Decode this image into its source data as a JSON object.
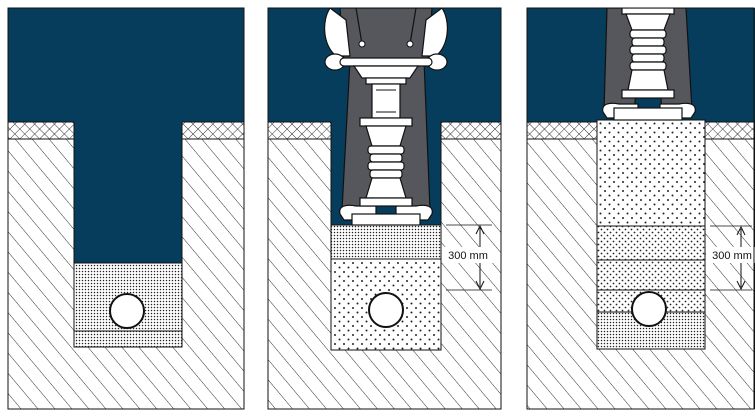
{
  "colors": {
    "sky": "#073d5c",
    "soil_background": "#ffffff",
    "hatch_line": "#111111",
    "backfill_fine": "#dcdcdc",
    "backfill_dots": "#ffffff",
    "operator_clothing": "#55575c",
    "machine_body": "#ffffff",
    "outline": "#111111",
    "pipe": "#ffffff"
  },
  "icons": {
    "operator": "operator-figure-icon",
    "compactor": "vibratory-rammer-icon",
    "pipe": "pipe-cross-section-icon"
  },
  "panels": [
    {
      "id": "panel-1",
      "stage": "pipe-bedding",
      "has_operator": false,
      "layer_label": ""
    },
    {
      "id": "panel-2",
      "stage": "first-layer-compaction",
      "has_operator": true,
      "layer_label": "300 mm"
    },
    {
      "id": "panel-3",
      "stage": "trench-backfilled",
      "has_operator": true,
      "layer_label": "300 mm"
    }
  ]
}
